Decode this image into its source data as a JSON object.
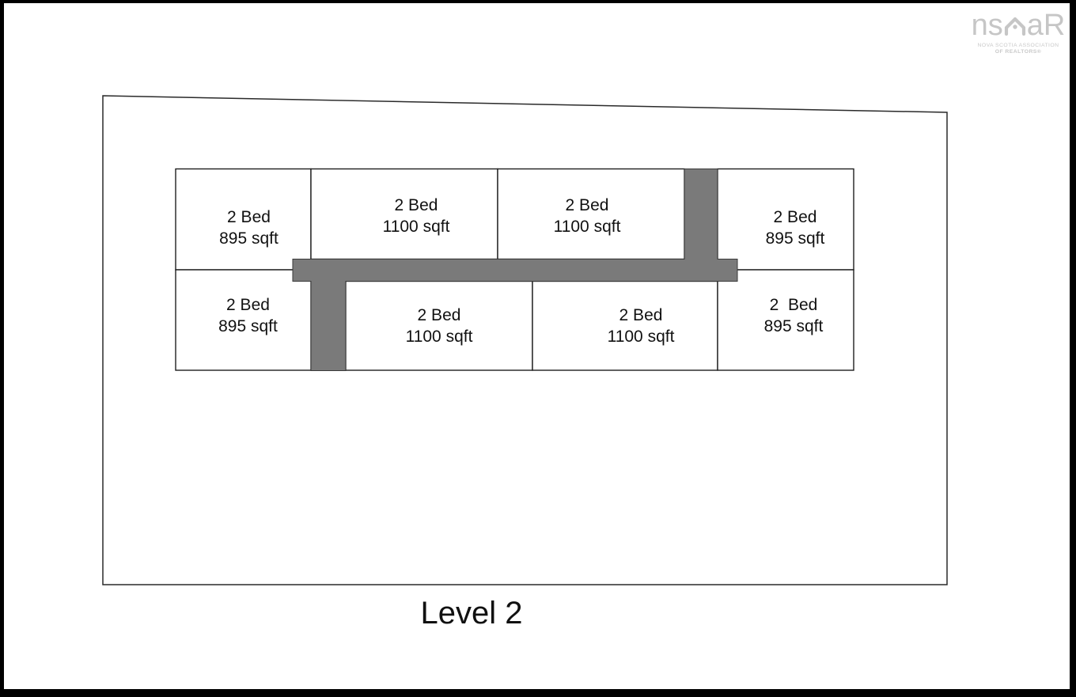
{
  "logo": {
    "brand_prefix": "ns",
    "brand_suffix": "aR",
    "house_icon": "house-roof-icon",
    "tagline_line1": "NOVA SCOTIA ASSOCIATION",
    "tagline_line2": "OF REALTORS®",
    "color": "#c6c6c6"
  },
  "floor_plan": {
    "title": "Level 2",
    "colors": {
      "corridor": "#7a7a7a",
      "line": "#1f1f1f",
      "background": "#ffffff",
      "frame": "#000000"
    },
    "units": [
      {
        "id": "unit-top-left",
        "beds": "2 Bed",
        "area": "895 sqft",
        "row": "top",
        "column": 1
      },
      {
        "id": "unit-top-mid-left",
        "beds": "2 Bed",
        "area": "1100 sqft",
        "row": "top",
        "column": 2
      },
      {
        "id": "unit-top-mid-right",
        "beds": "2 Bed",
        "area": "1100 sqft",
        "row": "top",
        "column": 3
      },
      {
        "id": "unit-top-right",
        "beds": "2 Bed",
        "area": "895 sqft",
        "row": "top",
        "column": 4
      },
      {
        "id": "unit-bottom-left",
        "beds": "2 Bed",
        "area": "895 sqft",
        "row": "bottom",
        "column": 1
      },
      {
        "id": "unit-bottom-mid-left",
        "beds": "2 Bed",
        "area": "1100 sqft",
        "row": "bottom",
        "column": 2
      },
      {
        "id": "unit-bottom-mid-right",
        "beds": "2 Bed",
        "area": "1100 sqft",
        "row": "bottom",
        "column": 3
      },
      {
        "id": "unit-bottom-right",
        "beds": "2  Bed",
        "area": "895 sqft",
        "row": "bottom",
        "column": 4
      }
    ]
  }
}
